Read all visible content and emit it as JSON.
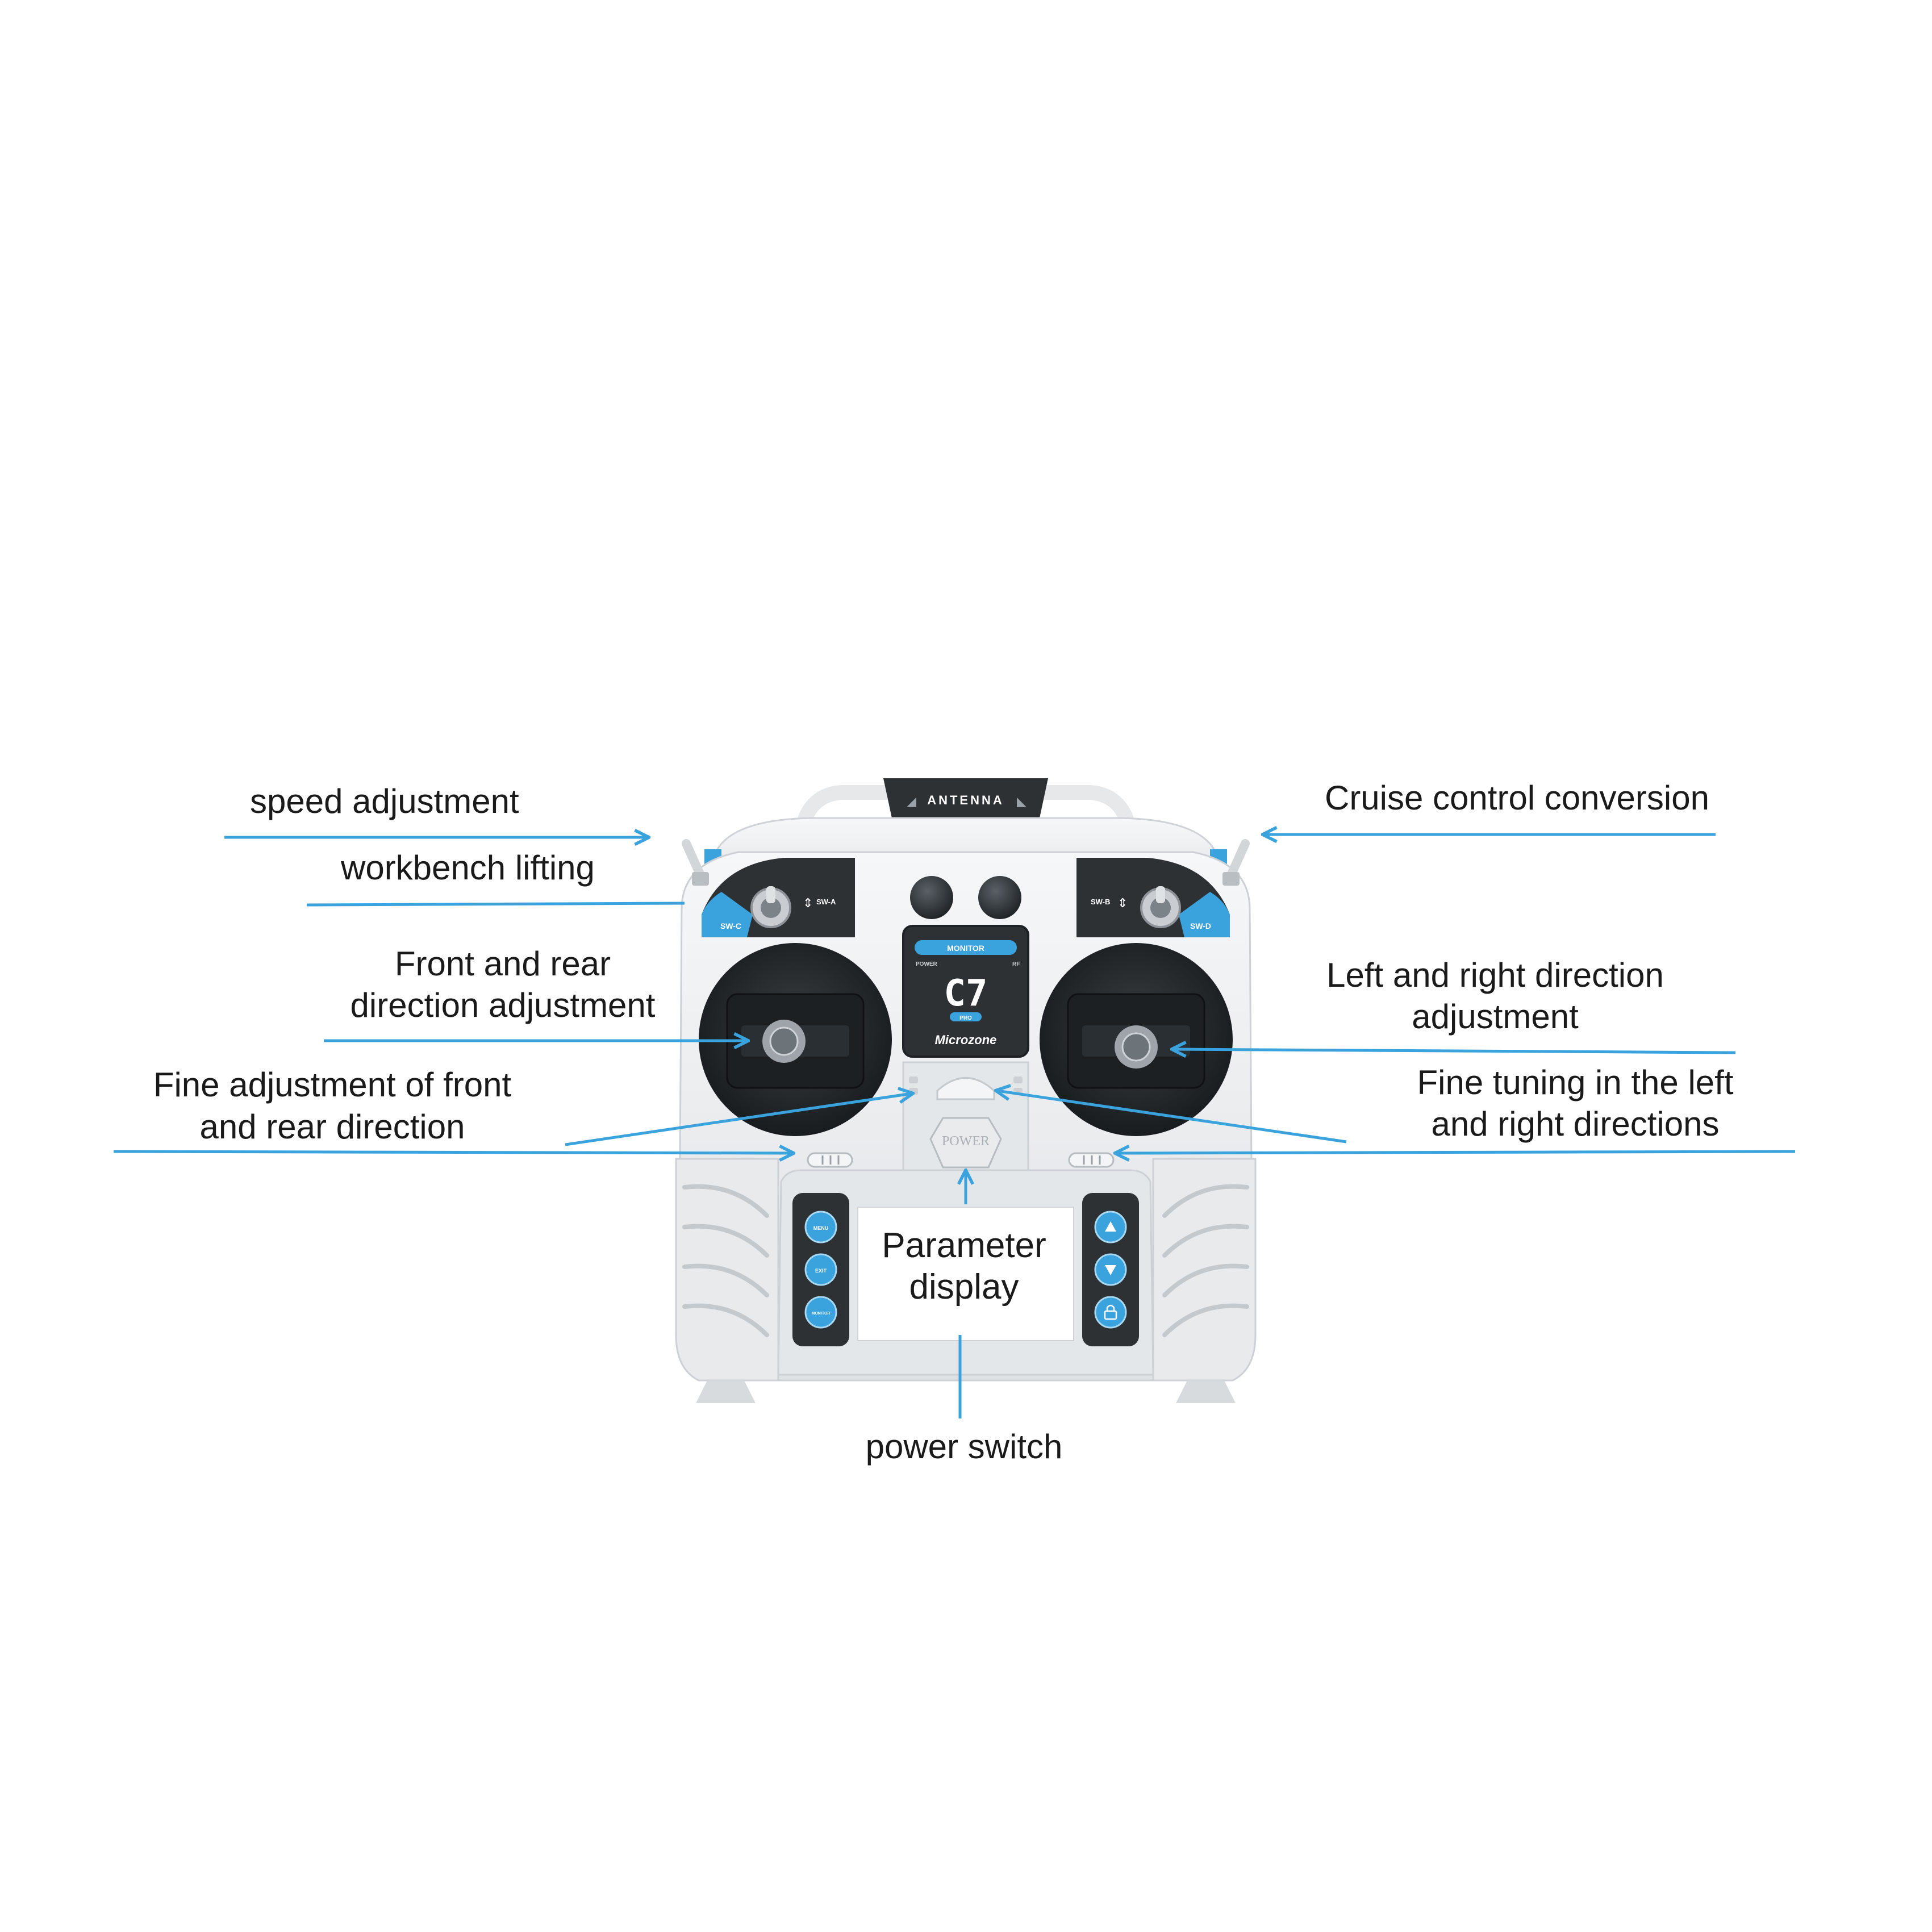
{
  "device": {
    "antenna_label": "ANTENNA",
    "model": "C7",
    "model_sub": "PRO",
    "screen_header": "MONITOR",
    "screen_row_left": "POWER",
    "screen_row_right": "RF",
    "brand": "Microzone",
    "power_label": "POWER",
    "switch_a": "SW-A",
    "switch_b": "SW-B",
    "switch_c": "SW-C",
    "switch_d": "SW-D",
    "left_buttons": [
      "MENU",
      "EXIT",
      "MONITOR"
    ],
    "colors": {
      "accent": "#3aa3dd",
      "body": "#eef0f2",
      "dark": "#2d3134"
    }
  },
  "callouts": {
    "speed_adjustment": "speed adjustment",
    "workbench_lifting": "workbench lifting",
    "front_rear_adjustment": [
      "Front and rear",
      "direction adjustment"
    ],
    "fine_front_rear": [
      "Fine adjustment of front",
      "and rear direction"
    ],
    "cruise_control": "Cruise control conversion",
    "left_right_adjustment": [
      "Left and right direction",
      "adjustment"
    ],
    "fine_left_right": [
      "Fine tuning in the left",
      "and right directions"
    ],
    "parameter_display": [
      "Parameter",
      "display"
    ],
    "power_switch": "power switch"
  }
}
